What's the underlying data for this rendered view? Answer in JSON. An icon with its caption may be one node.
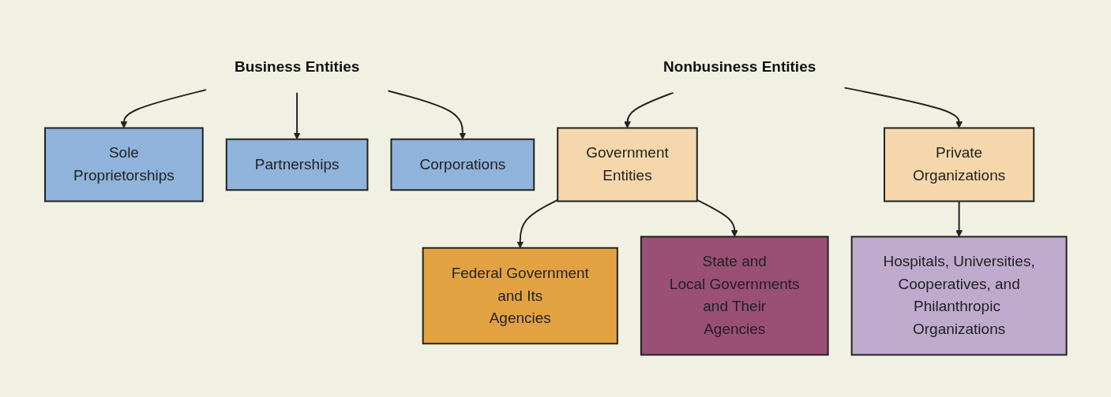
{
  "diagram": {
    "nodes": [
      {
        "text": [
          "Business Entities"
        ]
      },
      {
        "text": [
          "Sole Proprietorships"
        ]
      },
      {
        "text": [
          "Partnerships"
        ]
      },
      {
        "text": [
          "Corporations"
        ]
      },
      {
        "text": [
          "Nonbusiness Entities"
        ]
      },
      {
        "text": [
          "Government Entities"
        ]
      },
      {
        "text": [
          "Private Organizations"
        ]
      },
      {
        "text": [
          "Federal Government and Its Agencies"
        ]
      },
      {
        "text": [
          "State and Local Governments and Their Agencies"
        ]
      },
      {
        "text": [
          "Hospitals, Universities, Cooperatives, and Philanthropic Organizations"
        ]
      }
    ],
    "edges": [
      {
        "from": 0,
        "to": 1,
        "arrow": "to"
      },
      {
        "from": 0,
        "to": 2,
        "arrow": "to"
      },
      {
        "from": 0,
        "to": 3,
        "arrow": "to"
      },
      {
        "from": 4,
        "to": 5,
        "arrow": "to"
      },
      {
        "from": 4,
        "to": 6,
        "arrow": "to"
      },
      {
        "from": 5,
        "to": 7,
        "arrow": "to"
      },
      {
        "from": 5,
        "to": 8,
        "arrow": "to"
      },
      {
        "from": 6,
        "to": 9,
        "arrow": "to"
      }
    ]
  }
}
